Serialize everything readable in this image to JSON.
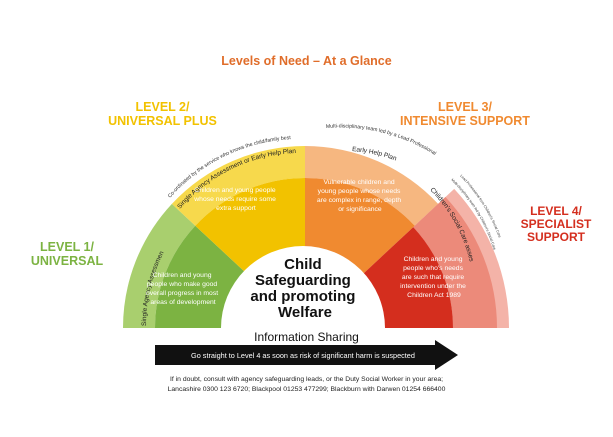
{
  "title": "Levels of Need – At a Glance",
  "levels": [
    {
      "heading": "LEVEL 1/",
      "subheading": "UNIVERSAL",
      "color": "#7cb342"
    },
    {
      "heading": "LEVEL 2/",
      "subheading": "UNIVERSAL PLUS",
      "color": "#f2c200"
    },
    {
      "heading": "LEVEL 3/",
      "subheading": "INTENSIVE SUPPORT",
      "color": "#f08a30"
    },
    {
      "heading": "LEVEL 4/",
      "subheading": "SPECIALIST SUPPORT",
      "color": "#d42e1e"
    }
  ],
  "sector_text": {
    "level1": [
      "Children and young",
      "people who make good",
      "overall progress in most",
      "areas of development"
    ],
    "level2": [
      "Children and young people",
      "whose needs require some",
      "extra support"
    ],
    "level3": [
      "Vulnerable children and",
      "young people whose needs",
      "are complex in range, depth",
      "or significance"
    ],
    "level4": [
      "Children and young",
      "people who's needs",
      "are such that require",
      "intervention under the",
      "Children Act 1989"
    ]
  },
  "arc_labels": {
    "single_agency": "Single Agency Assessment",
    "single_agency_or_ehp": "Single Agency Assessment or Early Help Plan",
    "coordinated_by": "Co-ordinated by the service who knows the child/family best",
    "early_help_plan": "Early Help Plan",
    "multi_disciplinary": "Multi-disciplinary team led by a Lead Professional",
    "childrens_social_care": "Children's Social Care assessment",
    "csc_small_1": "Multi-disciplinary team led by Children's Social Care",
    "csc_small_2": "Lead Professional from Children's Social Care"
  },
  "center_text": [
    "Child",
    "Safeguarding",
    "and promoting",
    "Welfare"
  ],
  "info_sharing": "Information Sharing",
  "arrow_text": "Go straight to Level 4 as soon as risk of significant harm is suspected",
  "footer": [
    "If in doubt, consult with agency safeguarding leads, or the Duty Social Worker in your area;",
    "Lancashire 0300 123 6720; Blackpool 01253 477299; Blackburn with Darwen 01254 666400"
  ],
  "colors": {
    "level1": "#7cb342",
    "level2": "#f2c200",
    "level3": "#f08a30",
    "level4": "#d42e1e",
    "arc1": "#a9cf6e",
    "arc2": "#f7d94c",
    "arc3": "#f6b780",
    "arc4": "#ec8a7a",
    "arc4_outer": "#f4b3a8",
    "title": "#e06d2a",
    "arrow": "#111111"
  }
}
